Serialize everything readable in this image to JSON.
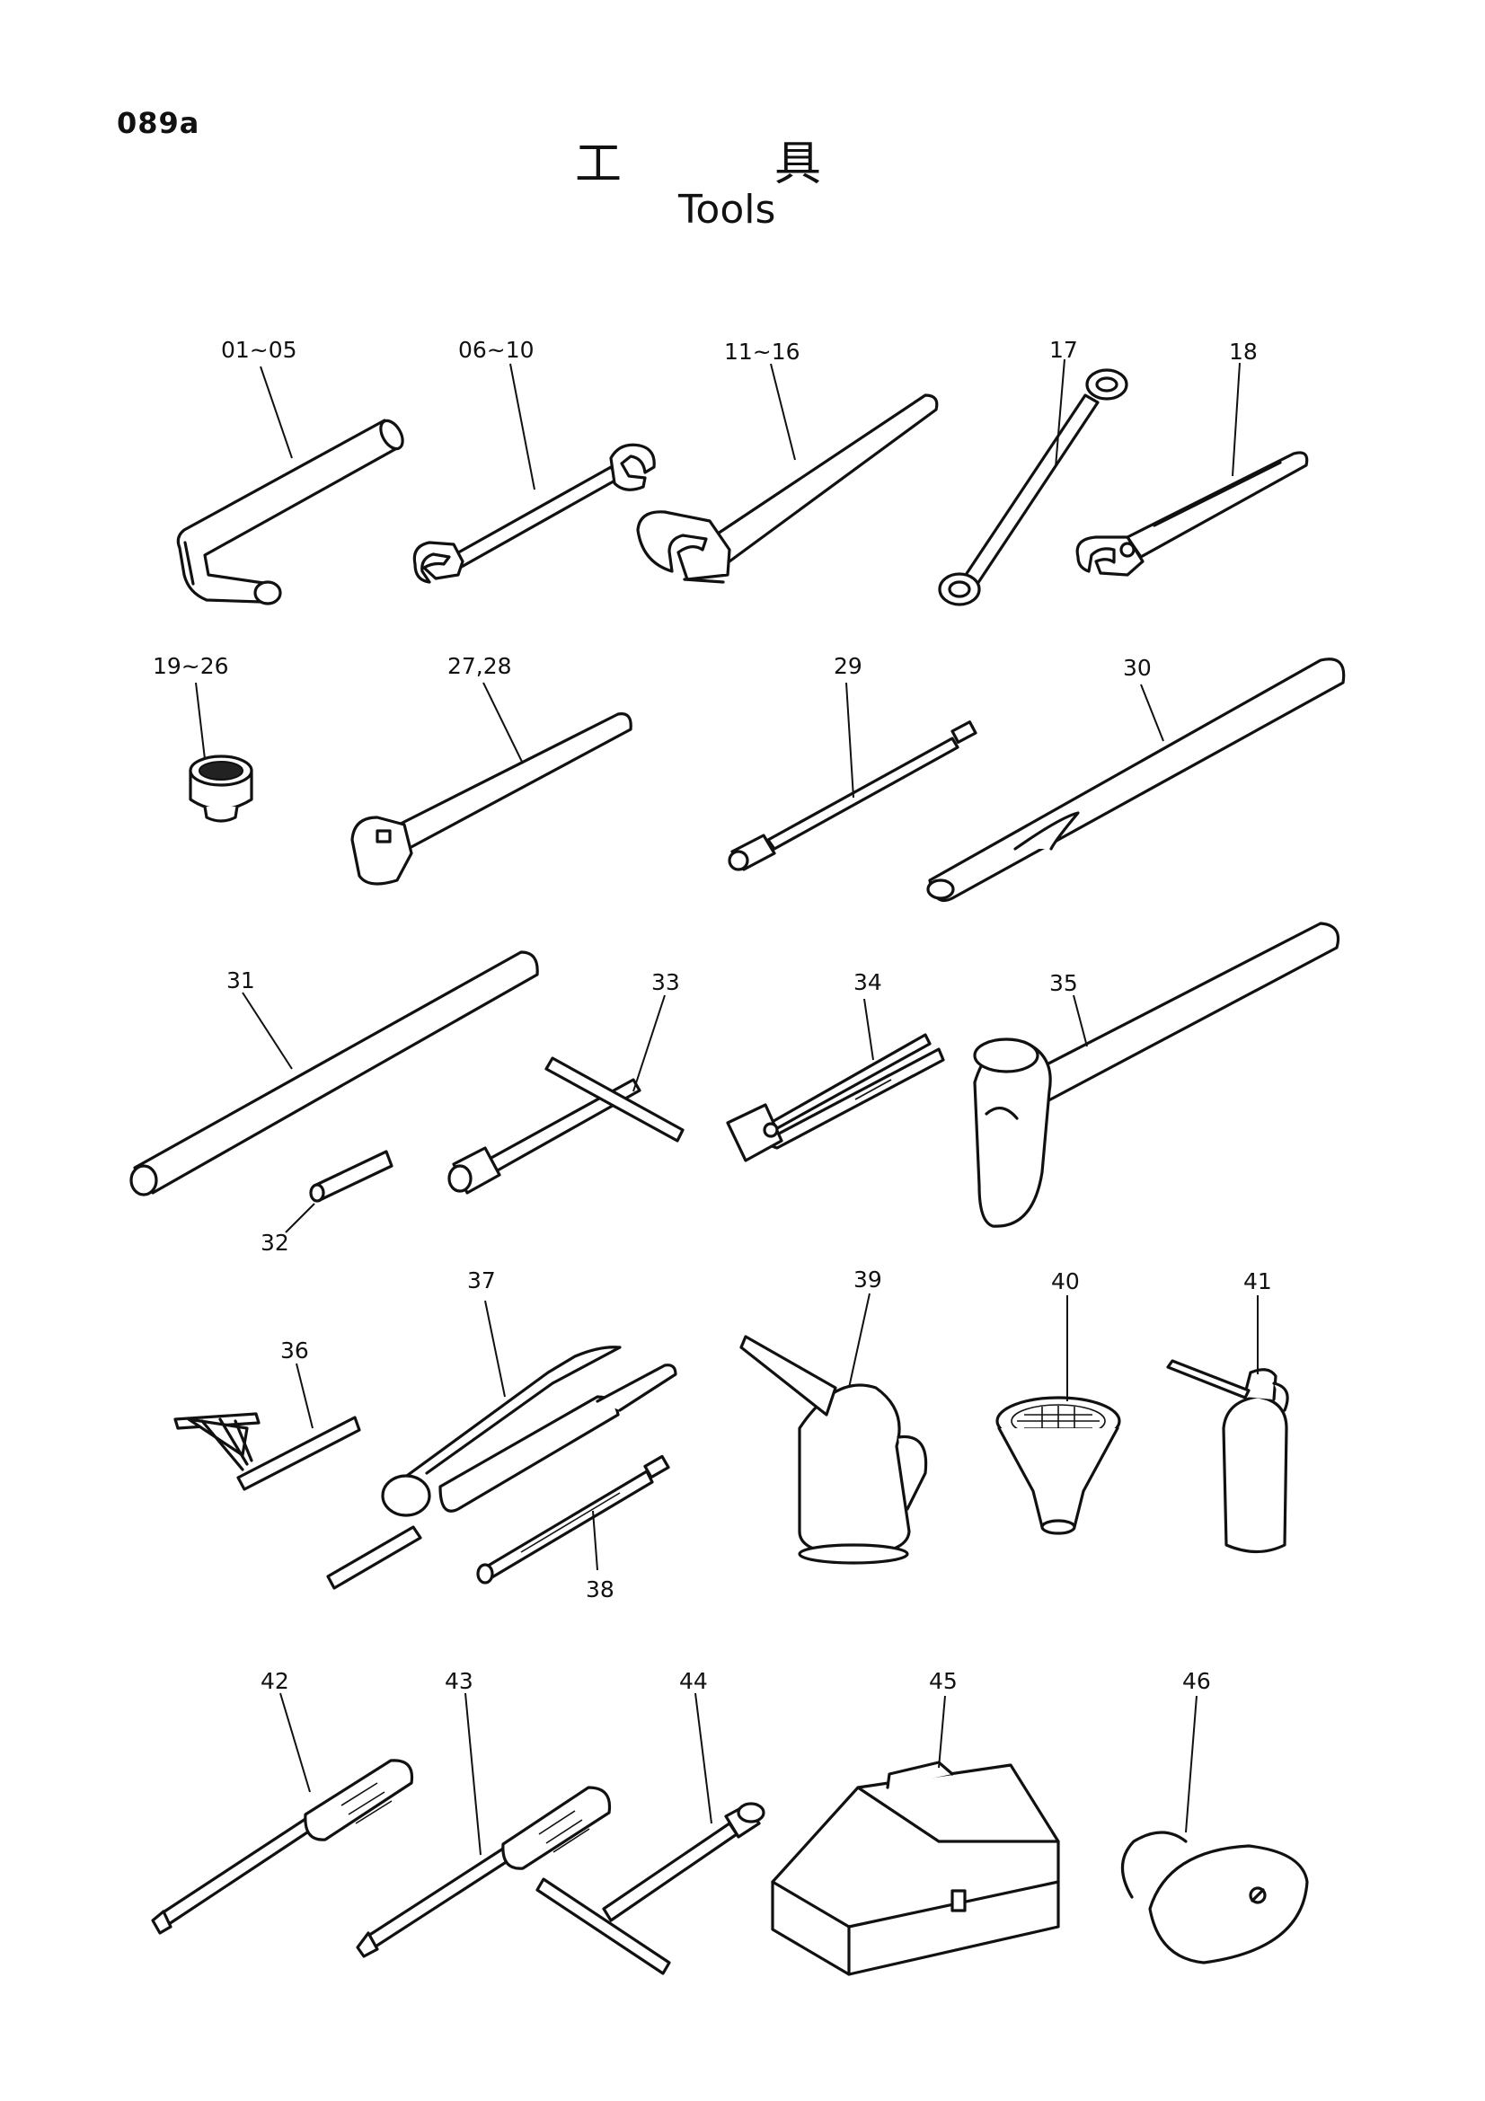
{
  "header": {
    "page_code": "089a",
    "title_jp": "工具",
    "title_en": "Tools"
  },
  "callouts": {
    "c01": "01~05",
    "c06": "06~10",
    "c11": "11~16",
    "c17": "17",
    "c18": "18",
    "c19": "19~26",
    "c27": "27,28",
    "c29": "29",
    "c30": "30",
    "c31": "31",
    "c32": "32",
    "c33": "33",
    "c34": "34",
    "c35": "35",
    "c36": "36",
    "c37": "37",
    "c38": "38",
    "c39": "39",
    "c40": "40",
    "c41": "41",
    "c42": "42",
    "c43": "43",
    "c44": "44",
    "c45": "45",
    "c46": "46"
  }
}
